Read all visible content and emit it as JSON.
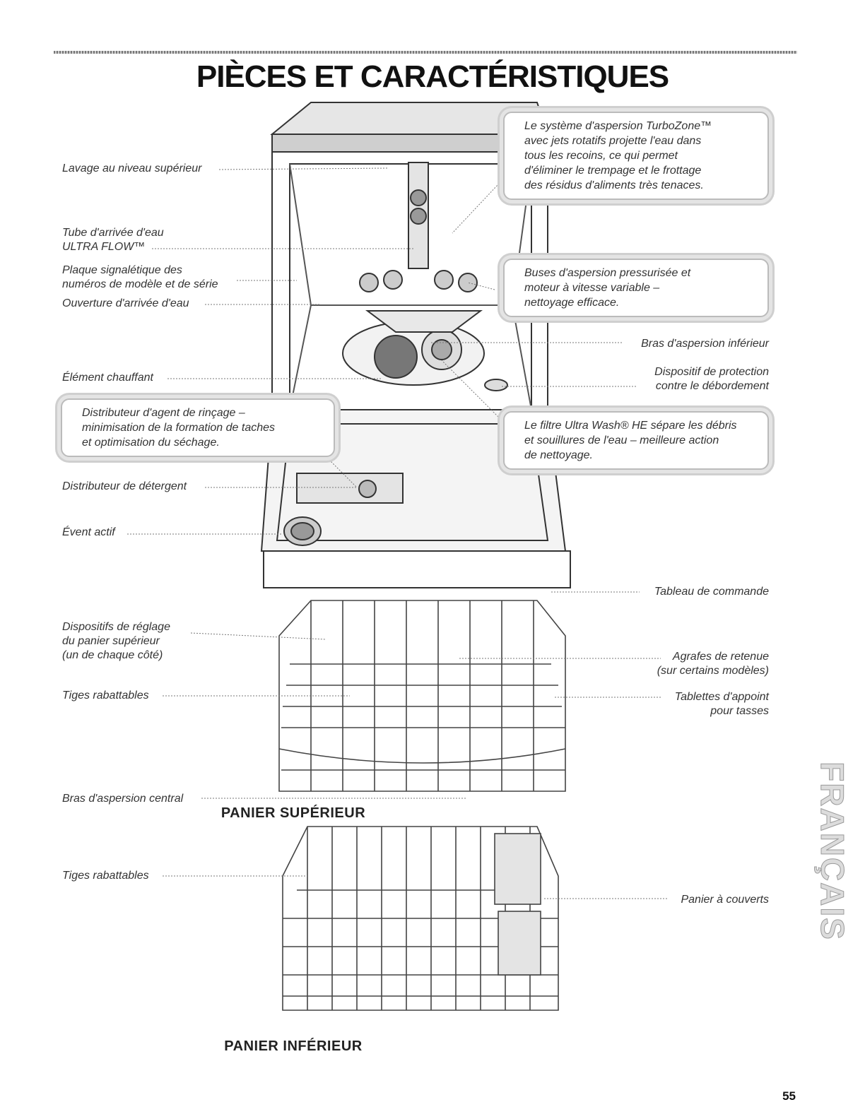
{
  "page": {
    "title": "PIÈCES ET CARACTÉRISTIQUES",
    "side_tab": "FRANÇAIS",
    "page_number": "55"
  },
  "labels": {
    "lavage_superieur": "Lavage au niveau supérieur",
    "tube_arrivee": "Tube d'arrivée d'eau\nULTRA FLOW™",
    "plaque": "Plaque signalétique des\nnuméros de modèle et de série",
    "ouverture": "Ouverture d'arrivée d'eau",
    "element_chauffant": "Élément chauffant",
    "distributeur_detergent": "Distributeur de détergent",
    "event_actif": "Évent actif",
    "bras_inferieur": "Bras d'aspersion inférieur",
    "protection_debordement": "Dispositif de protection\ncontre le débordement",
    "tableau_commande": "Tableau de commande",
    "reglage_panier": "Dispositifs de réglage\ndu panier supérieur\n(un de chaque côté)",
    "tiges_haut": "Tiges rabattables",
    "bras_central": "Bras d'aspersion central",
    "agrafes": "Agrafes de retenue\n(sur certains modèles)",
    "tablettes": "Tablettes d'appoint\npour tasses",
    "tiges_bas": "Tiges rabattables",
    "panier_couverts": "Panier à couverts"
  },
  "callouts": {
    "turbozone": "Le système d'aspersion TurboZone™\navec jets rotatifs projette l'eau dans\ntous les recoins, ce qui permet\nd'éliminer le trempage et le frottage\ndes résidus d'aliments très tenaces.",
    "buses": "Buses d'aspersion pressurisée et\nmoteur à vitesse variable –\nnettoyage efficace.",
    "rincage": "Distributeur d'agent de rinçage –\nminimisation de la formation de taches\net optimisation du séchage.",
    "filtre": "Le filtre Ultra Wash® HE sépare les débris\net souillures de l'eau – meilleure action\nde nettoyage."
  },
  "racks": {
    "upper": "PANIER SUPÉRIEUR",
    "lower": "PANIER INFÉRIEUR"
  }
}
